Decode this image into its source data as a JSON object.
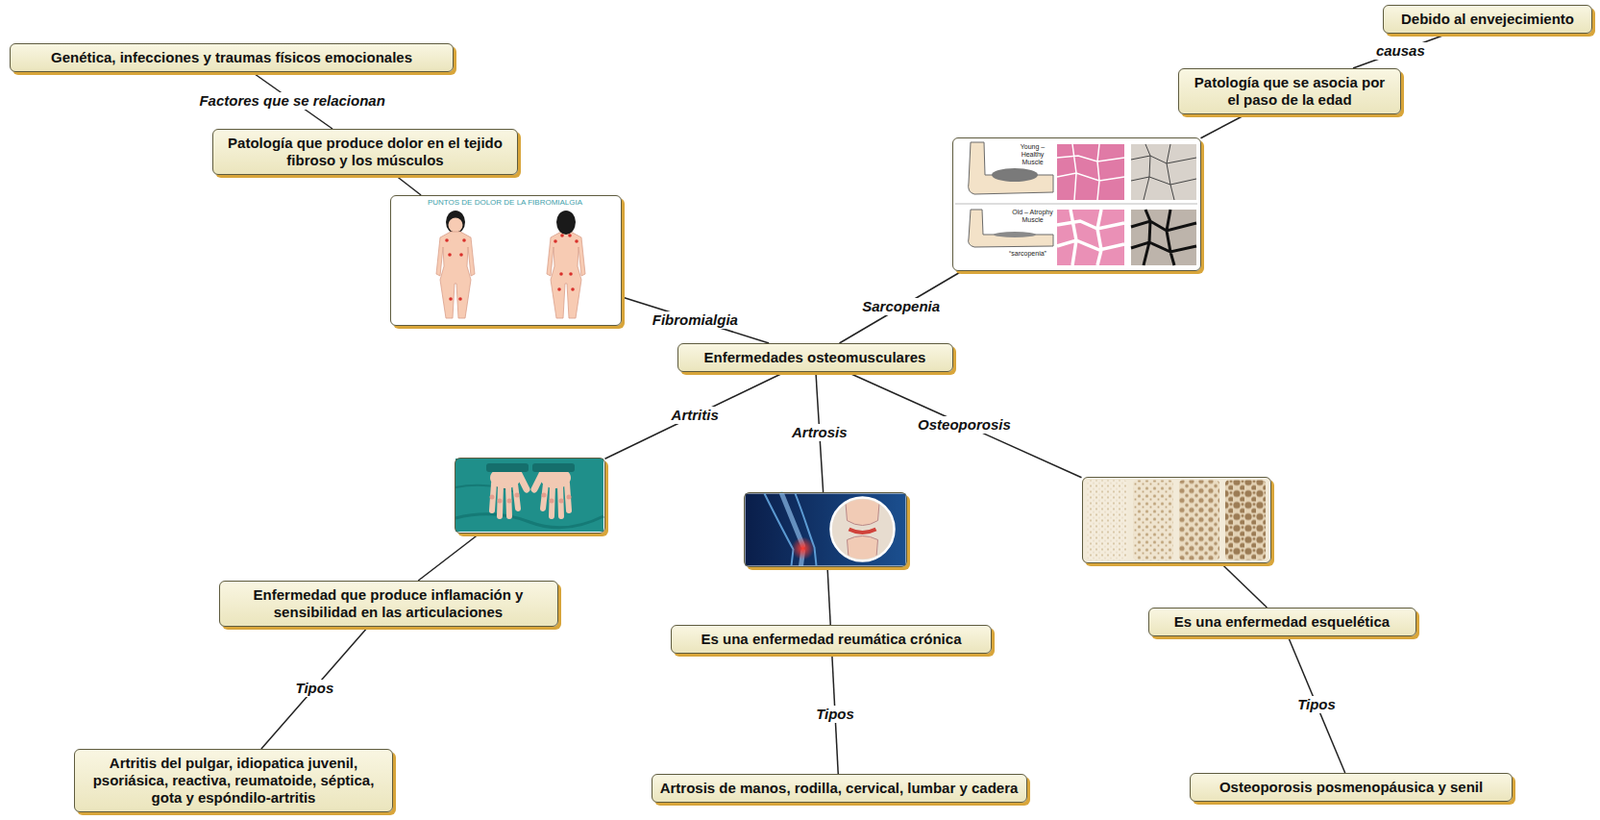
{
  "diagram": {
    "nodes": [
      {
        "text": [
          "Debido al envejecimiento"
        ]
      },
      {
        "text": [
          "Genética, infecciones y traumas físicos emocionales"
        ]
      },
      {
        "text": [
          "Patología que se asocia por el paso de la edad"
        ]
      },
      {
        "text": [
          "Patología que produce dolor en el tejido fibroso y los músculos"
        ]
      },
      {
        "text": [
          "Young – Healthy Muscle",
          "Old – Atrophy Muscle",
          "“sarcopenia”"
        ]
      },
      {
        "text": [
          "PUNTOS DE DOLOR DE LA FIBROMIALGIA"
        ]
      },
      {
        "text": [
          "Enfermedades osteomusculares"
        ]
      },
      {
        "text": []
      },
      {
        "text": []
      },
      {
        "text": []
      },
      {
        "text": [
          "Enfermedad que produce inflamación y sensibilidad en las articulaciones"
        ]
      },
      {
        "text": [
          "Es una enfermedad esquelética"
        ]
      },
      {
        "text": [
          "Es una enfermedad reumática crónica"
        ]
      },
      {
        "text": [
          "Artritis del pulgar, idiopatica juvenil, psoriásica, reactiva, reumatoide, séptica, gota y espóndilo-artritis"
        ]
      },
      {
        "text": [
          "Artrosis de manos, rodilla, cervical, lumbar y cadera"
        ]
      },
      {
        "text": [
          "Osteoporosis posmenopáusica y senil"
        ]
      }
    ],
    "edges": [
      {
        "from": 6,
        "to": 5,
        "label": "Fibromialgia",
        "arrow": "none"
      },
      {
        "from": 5,
        "to": 3,
        "arrow": "none"
      },
      {
        "from": 3,
        "to": 1,
        "label": "Factores que se relacionan",
        "arrow": "none"
      },
      {
        "from": 6,
        "to": 4,
        "label": "Sarcopenia",
        "arrow": "none"
      },
      {
        "from": 4,
        "to": 2,
        "arrow": "none"
      },
      {
        "from": 2,
        "to": 0,
        "label": "causas",
        "arrow": "none"
      },
      {
        "from": 6,
        "to": 7,
        "label": "Artritis",
        "arrow": "none"
      },
      {
        "from": 7,
        "to": 10,
        "arrow": "none"
      },
      {
        "from": 10,
        "to": 13,
        "label": "Tipos",
        "arrow": "none"
      },
      {
        "from": 6,
        "to": 8,
        "label": "Artrosis",
        "arrow": "none"
      },
      {
        "from": 8,
        "to": 12,
        "arrow": "none"
      },
      {
        "from": 12,
        "to": 14,
        "label": "Tipos",
        "arrow": "none"
      },
      {
        "from": 6,
        "to": 9,
        "label": "Osteoporosis",
        "arrow": "none"
      },
      {
        "from": 9,
        "to": 11,
        "arrow": "none"
      },
      {
        "from": 11,
        "to": 15,
        "label": "Tipos",
        "arrow": "none"
      }
    ]
  }
}
